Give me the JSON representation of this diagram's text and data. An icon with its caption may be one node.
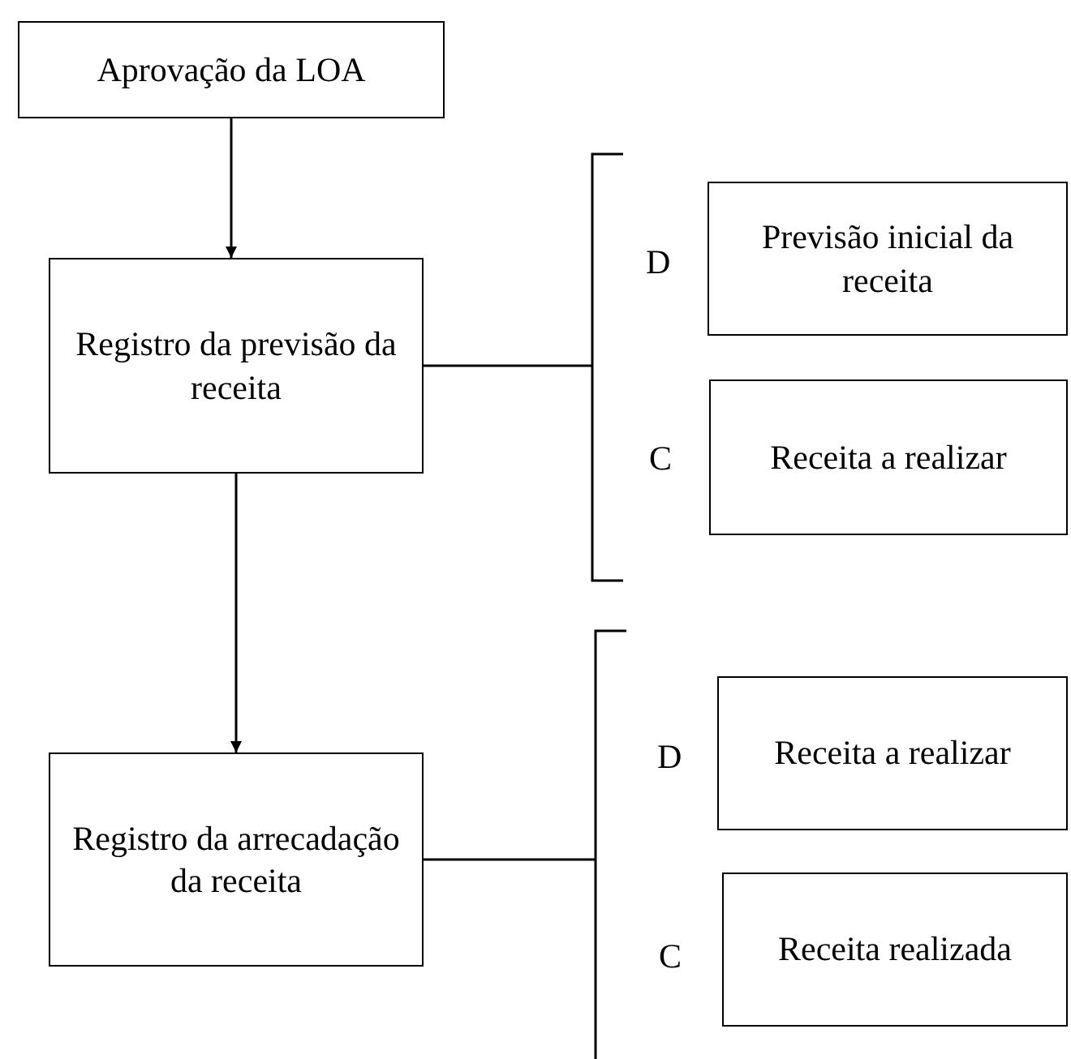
{
  "diagram": {
    "nodes": [
      {
        "text": [
          "Aprovação da LOA"
        ]
      },
      {
        "text": [
          "Registro da previsão da receita"
        ]
      },
      {
        "text": [],
        "shape": "bracket"
      },
      {
        "text": [
          "Previsão inicial da receita"
        ],
        "beside": [
          "D"
        ]
      },
      {
        "text": [
          "Receita a realizar"
        ],
        "beside": [
          "C"
        ]
      },
      {
        "text": [
          "Registro da arrecadação da receita"
        ]
      },
      {
        "text": [],
        "shape": "bracket"
      },
      {
        "text": [
          "Receita a realizar"
        ],
        "beside": [
          "D"
        ]
      },
      {
        "text": [
          "Receita realizada"
        ],
        "beside": [
          "C"
        ]
      }
    ],
    "edges": [
      {
        "from": 0,
        "to": 1,
        "arrow": "to"
      },
      {
        "from": 1,
        "to": 5,
        "arrow": "to"
      },
      {
        "from": 1,
        "to": 2,
        "arrow": "none"
      },
      {
        "from": 5,
        "to": 6,
        "arrow": "none"
      }
    ]
  }
}
